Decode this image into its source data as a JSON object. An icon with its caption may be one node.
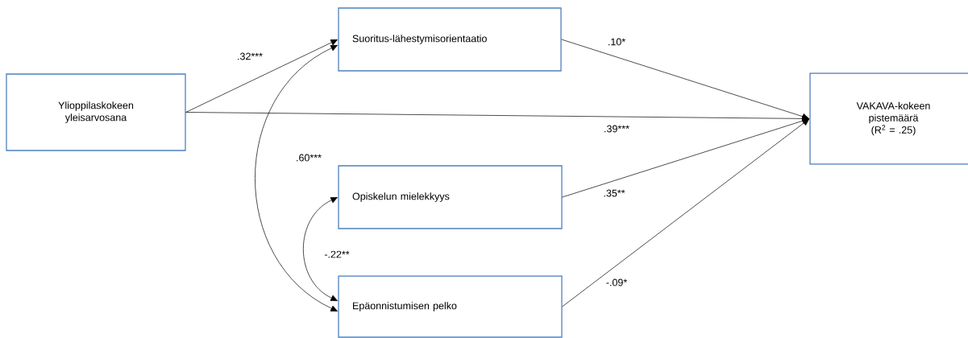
{
  "diagram": {
    "nodes": [
      {
        "text": [
          "Ylioppilaskokeen yleisarvosana"
        ]
      },
      {
        "text": [
          "Suoritus-lähestymisorientaatio"
        ]
      },
      {
        "text": [
          "Opiskelun mielekkyys"
        ]
      },
      {
        "text": [
          "Epäonnistumisen pelko"
        ]
      },
      {
        "text": [
          "VAKAVA-kokeen pistemäärä (R$^{2}$ = .25)"
        ]
      }
    ],
    "edges": [
      {
        "from": 0,
        "to": 1,
        "arrow": "to",
        "label": ".32***"
      },
      {
        "from": 1,
        "to": 4,
        "arrow": "to",
        "label": ".10*"
      },
      {
        "from": 0,
        "to": 4,
        "arrow": "to",
        "label": ".39***"
      },
      {
        "from": 1,
        "to": 3,
        "arrow": "both",
        "label": ".60***"
      },
      {
        "from": 2,
        "to": 4,
        "arrow": "to",
        "label": ".35**"
      },
      {
        "from": 2,
        "to": 3,
        "arrow": "both",
        "label": "-.22**"
      },
      {
        "from": 3,
        "to": 4,
        "arrow": "to",
        "label": "-.09*"
      }
    ]
  }
}
